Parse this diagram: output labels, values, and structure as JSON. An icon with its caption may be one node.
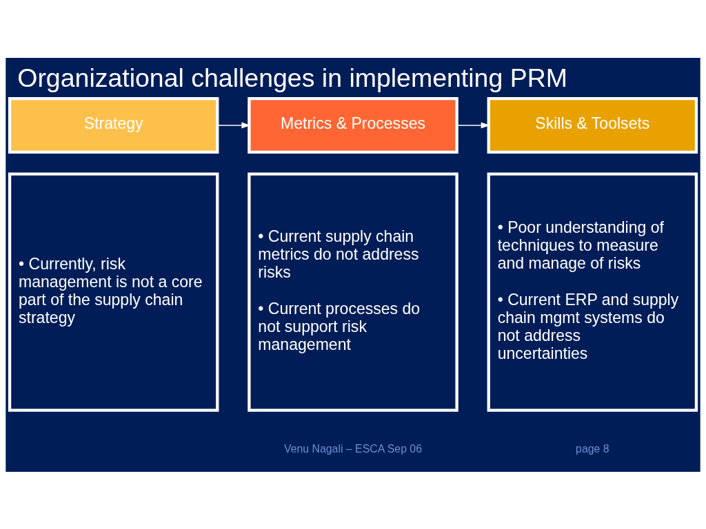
{
  "diagram": {
    "title": "Organizational challenges in implementing PRM",
    "nodes": [
      {
        "text": [
          "Strategy"
        ]
      },
      {
        "text": [
          "Metrics & Processes"
        ]
      },
      {
        "text": [
          "Skills & Toolsets"
        ]
      },
      {
        "text": [
          "• Currently, risk management is not a core part of the supply chain strategy"
        ]
      },
      {
        "text": [
          "• Current supply chain metrics do not address risks",
          "• Current processes do not support risk management"
        ]
      },
      {
        "text": [
          "• Poor understanding of techniques to measure and manage of risks",
          "• Current ERP and supply chain mgmt systems do not address uncertainties"
        ]
      }
    ],
    "edges": [
      {
        "from": 0,
        "to": 1,
        "arrow": "to"
      },
      {
        "from": 1,
        "to": 2,
        "arrow": "to"
      }
    ],
    "labels": [
      "Venu Nagali – ESCA Sep 06",
      "page 8"
    ]
  }
}
